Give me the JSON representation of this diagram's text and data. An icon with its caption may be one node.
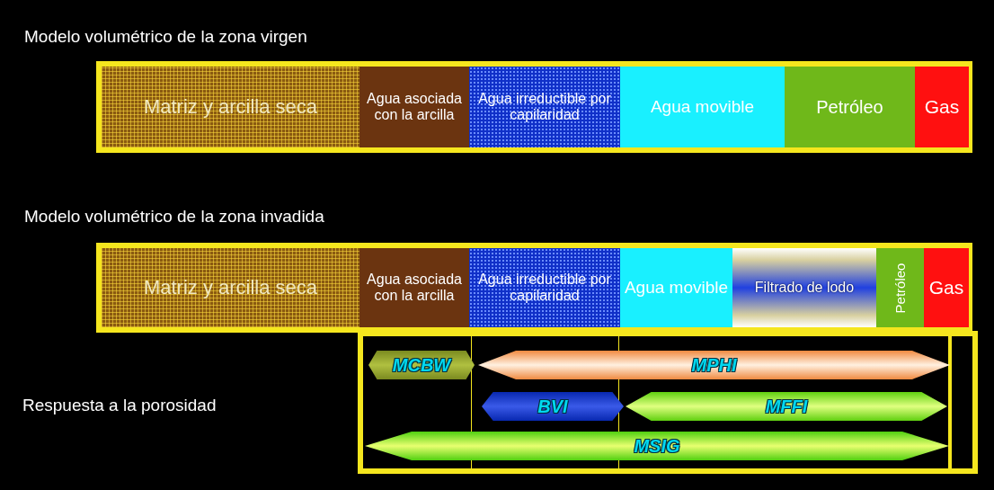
{
  "diagram": {
    "nodes": [
      {
        "text": [
          "Modelo volumétrico de la zona virgen"
        ]
      },
      {
        "text": [
          "Matriz y arcilla seca"
        ],
        "in": 0
      },
      {
        "text": [
          "Agua asociada con la arcilla"
        ],
        "in": 0
      },
      {
        "text": [
          "Agua irreductible por capilaridad"
        ],
        "in": 0
      },
      {
        "text": [
          "Agua movible"
        ],
        "in": 0
      },
      {
        "text": [
          "Petróleo"
        ],
        "in": 0
      },
      {
        "text": [
          "Gas"
        ],
        "in": 0
      },
      {
        "text": [
          "Modelo volumétrico de la zona invadida"
        ]
      },
      {
        "text": [
          "Matriz y arcilla seca"
        ],
        "in": 7
      },
      {
        "text": [
          "Agua asociada con la arcilla"
        ],
        "in": 7
      },
      {
        "text": [
          "Agua irreductible por capilaridad"
        ],
        "in": 7
      },
      {
        "text": [
          "Agua movible"
        ],
        "in": 7
      },
      {
        "text": [
          "Filtrado de lodo"
        ],
        "in": 7
      },
      {
        "text": [
          "Petróleo"
        ],
        "in": 7
      },
      {
        "text": [
          "Gas"
        ],
        "in": 7
      },
      {
        "text": [],
        "shape": "box"
      },
      {
        "text": [
          "MCBW"
        ],
        "in": 15
      },
      {
        "text": [
          "MPHI"
        ],
        "in": 15
      },
      {
        "text": [
          "BVI"
        ],
        "in": 15
      },
      {
        "text": [
          "MFFI"
        ],
        "in": 15
      },
      {
        "text": [
          "MSIG"
        ],
        "in": 15
      }
    ],
    "edges": [],
    "labels": [
      "Respuesta a la porosidad"
    ]
  }
}
